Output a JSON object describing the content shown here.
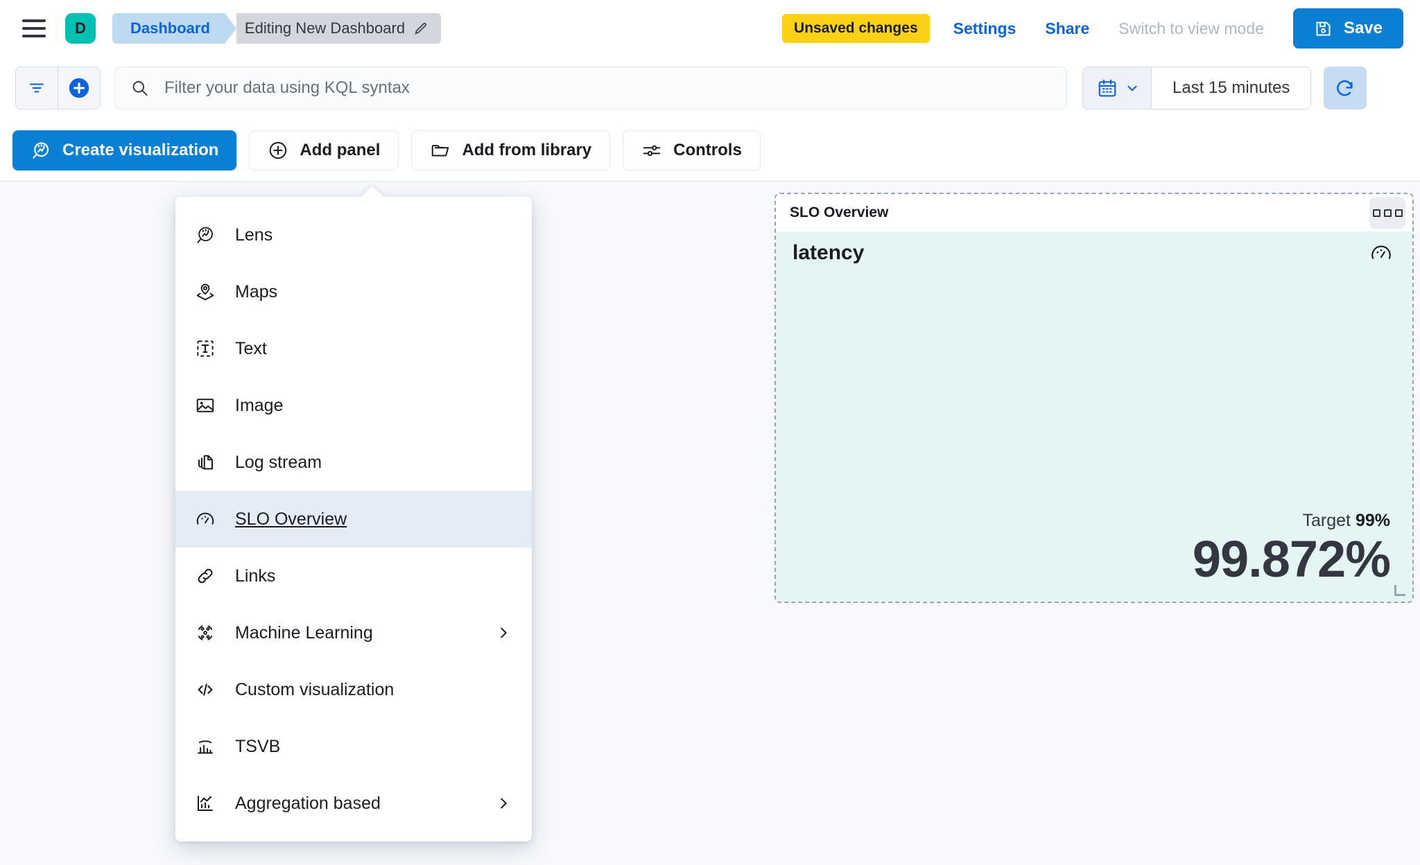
{
  "header": {
    "menu_icon": "hamburger-menu-icon",
    "space_avatar": "D",
    "breadcrumbs": [
      {
        "label": "Dashboard",
        "icon": ""
      },
      {
        "label": "Editing New Dashboard",
        "icon": "pencil-icon"
      }
    ],
    "unsaved_badge": "Unsaved changes",
    "settings_link": "Settings",
    "share_link": "Share",
    "view_mode_link": "Switch to view mode",
    "save_label": "Save",
    "save_icon": "save-disk-icon",
    "accent_blue": "#0B7FD4",
    "badge_yellow": "#FCD116",
    "avatar_teal": "#00BFB3"
  },
  "querybar": {
    "filter_icon": "filter-icon",
    "add_filter_icon": "plus-circle-icon",
    "search_icon": "search-icon",
    "search_value": "",
    "search_placeholder": "Filter your data using KQL syntax",
    "calendar_icon": "calendar-icon",
    "calendar_chevron": "chevron-down-icon",
    "date_range": "Last 15 minutes",
    "refresh_icon": "refresh-icon"
  },
  "toolbar": {
    "create_visualization": "Create visualization",
    "create_visualization_icon": "lens-icon",
    "add_panel": "Add panel",
    "add_panel_icon": "plus-circle-icon",
    "add_from_library": "Add from library",
    "add_from_library_icon": "folder-icon",
    "controls": "Controls",
    "controls_icon": "sliders-icon"
  },
  "add_panel_menu": {
    "items": [
      {
        "label": "Lens",
        "icon": "lens-icon",
        "submenu": false,
        "selected": false
      },
      {
        "label": "Maps",
        "icon": "map-marker-icon",
        "submenu": false,
        "selected": false
      },
      {
        "label": "Text",
        "icon": "text-box-icon",
        "submenu": false,
        "selected": false
      },
      {
        "label": "Image",
        "icon": "image-icon",
        "submenu": false,
        "selected": false
      },
      {
        "label": "Log stream",
        "icon": "log-stream-icon",
        "submenu": false,
        "selected": false
      },
      {
        "label": "SLO Overview",
        "icon": "gauge-icon",
        "submenu": false,
        "selected": true
      },
      {
        "label": "Links",
        "icon": "link-icon",
        "submenu": false,
        "selected": false
      },
      {
        "label": "Machine Learning",
        "icon": "machine-learning-icon",
        "submenu": true,
        "selected": false
      },
      {
        "label": "Custom visualization",
        "icon": "code-icon",
        "submenu": false,
        "selected": false
      },
      {
        "label": "TSVB",
        "icon": "tsvb-icon",
        "submenu": false,
        "selected": false
      },
      {
        "label": "Aggregation based",
        "icon": "aggregation-icon",
        "submenu": true,
        "selected": false
      }
    ],
    "submenu_icon": "chevron-right-icon"
  },
  "slo_panel": {
    "panel_title": "SLO Overview",
    "context_menu_icon": "panel-context-menu-icon",
    "slo_name": "latency",
    "slo_icon": "gauge-icon",
    "target_label": "Target",
    "target_value": "99%",
    "sli_value": "99.872%",
    "background_color": "#E4F5F3",
    "resize_handle_icon": "resize-handle-icon"
  }
}
